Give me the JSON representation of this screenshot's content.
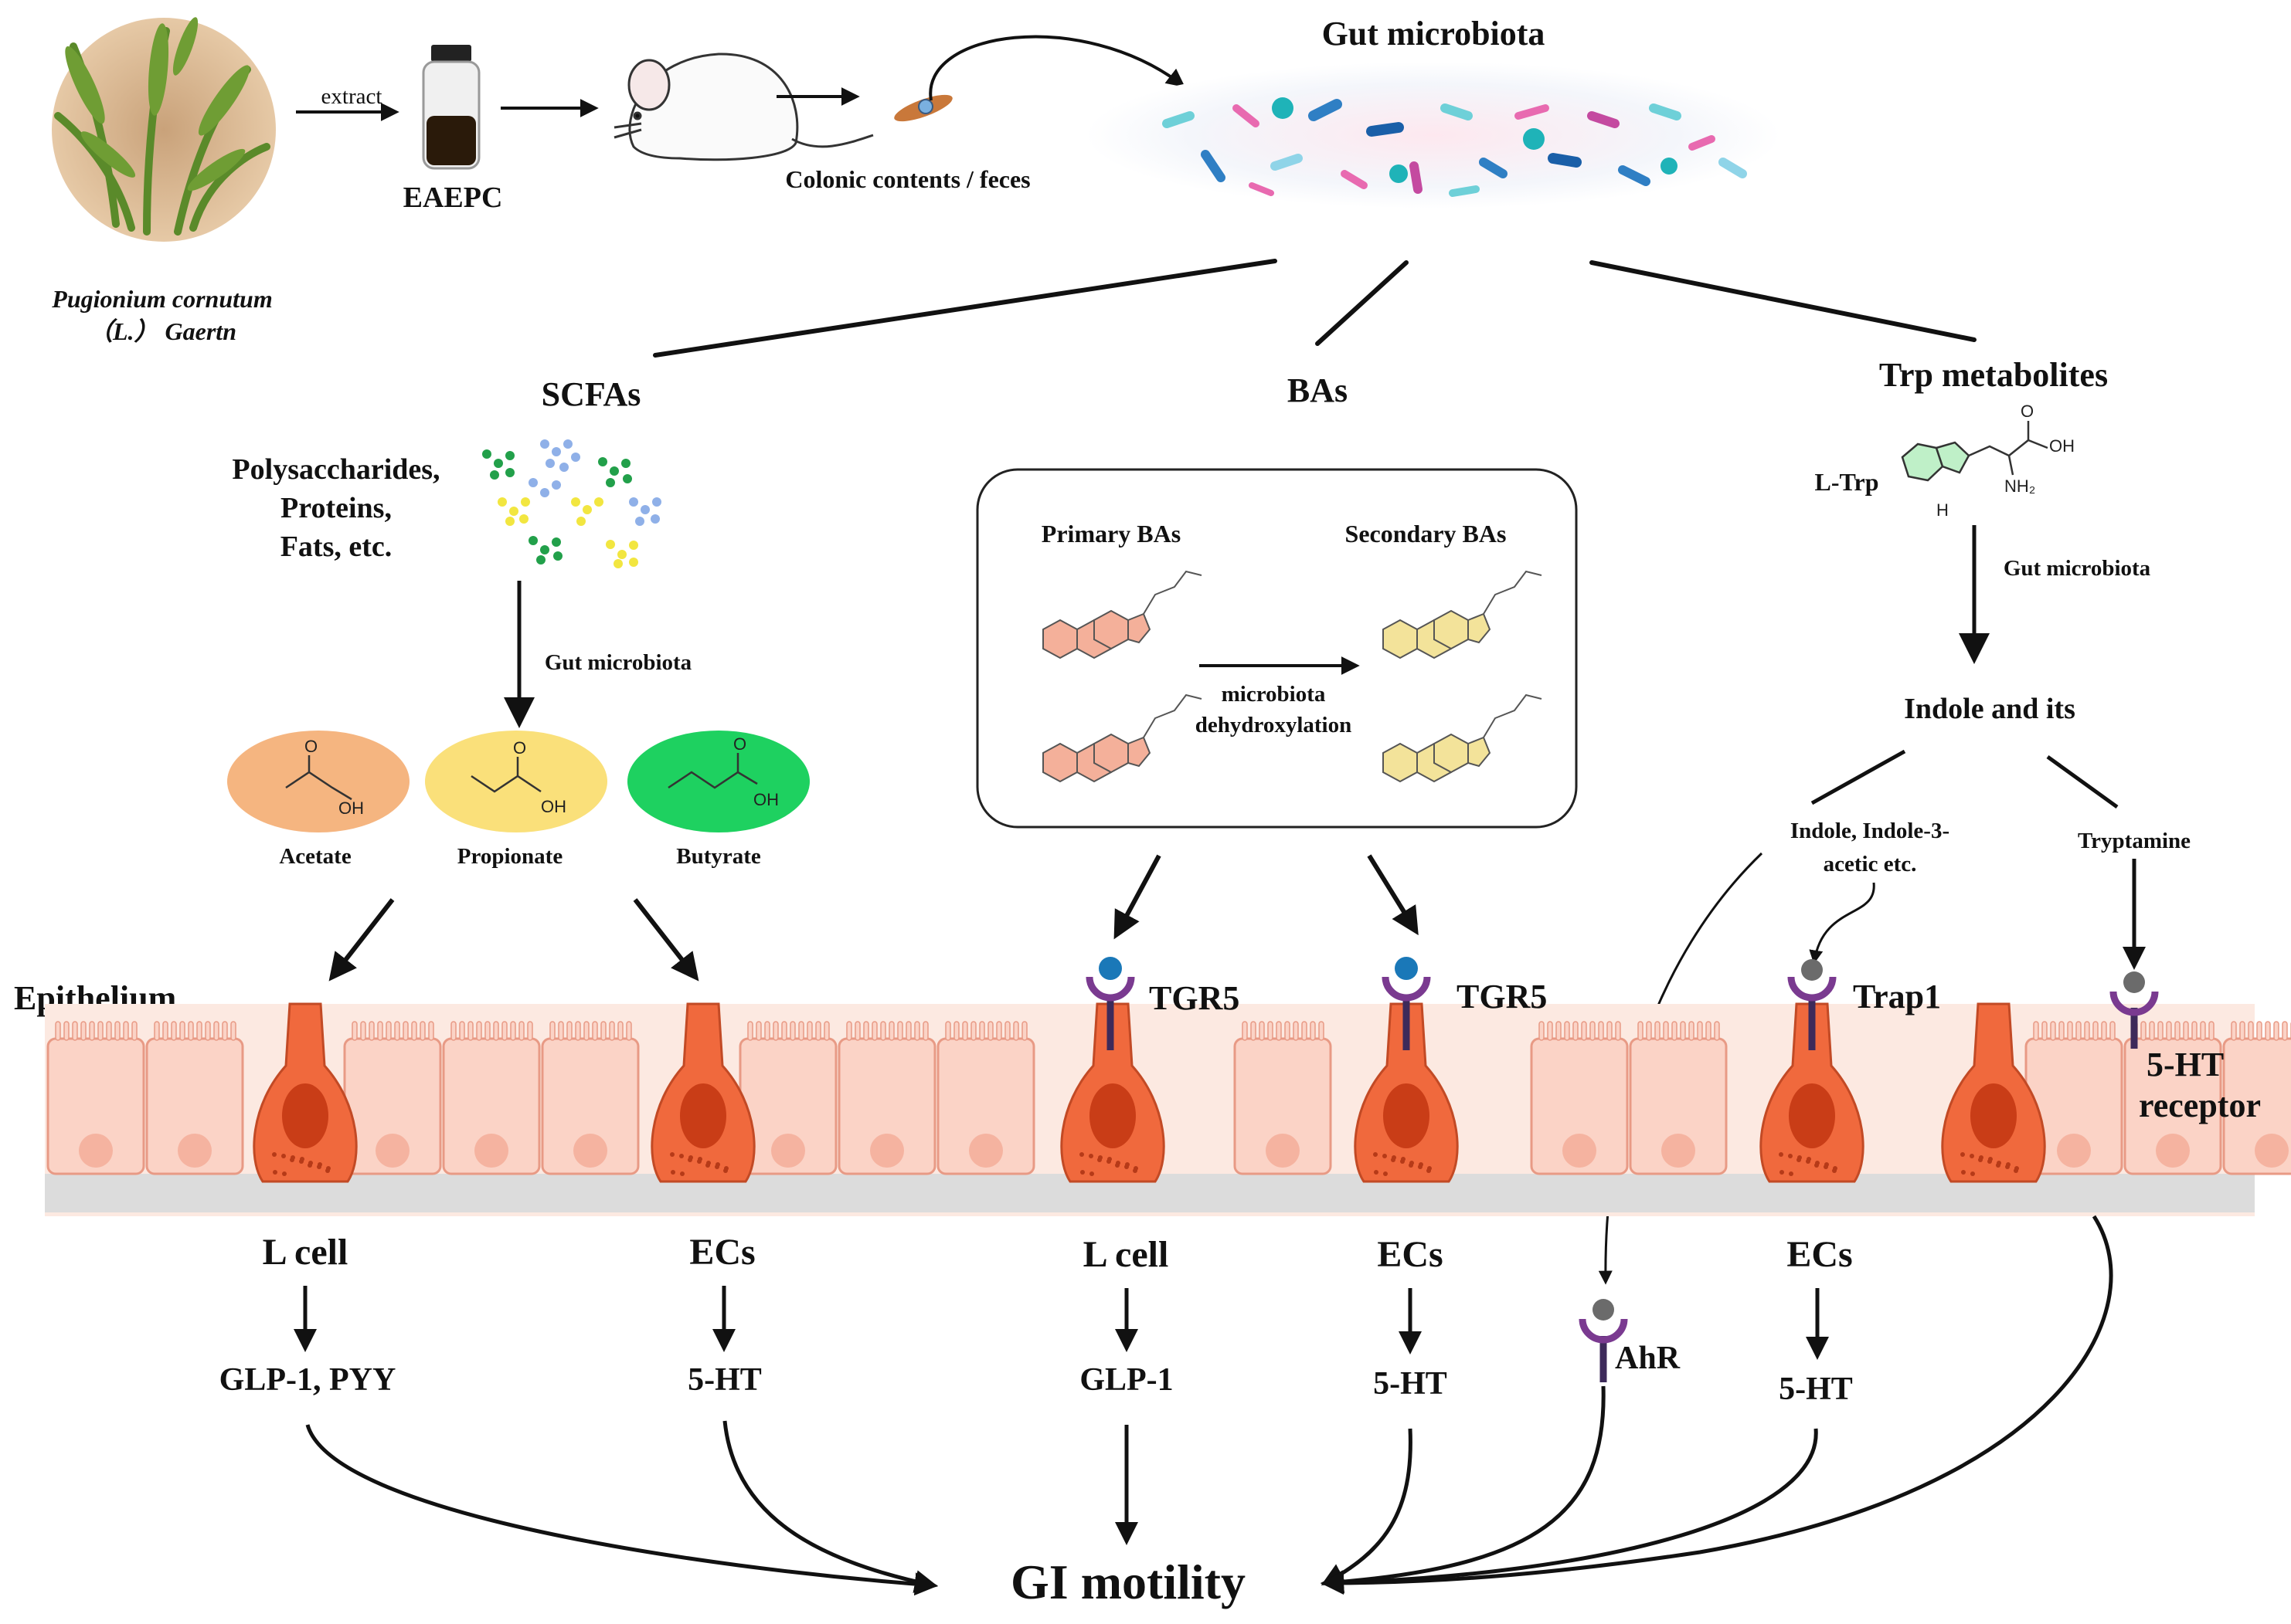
{
  "source": {
    "plant_name": "Pugionium cornutum",
    "plant_author": "（L.） Gaertn",
    "extract_label": "extract",
    "extract_name": "EAEPC",
    "sample_label": "Colonic contents / feces",
    "microbiota_title": "Gut microbiota"
  },
  "scfa": {
    "title": "SCFAs",
    "inputs": [
      "Polysaccharides,",
      "Proteins,",
      "Fats, etc."
    ],
    "step_label": "Gut microbiota",
    "products": [
      {
        "name": "Acetate",
        "color": "#f5b580",
        "oh": "OH",
        "o": "O"
      },
      {
        "name": "Propionate",
        "color": "#fae07a",
        "oh": "OH",
        "o": "O"
      },
      {
        "name": "Butyrate",
        "color": "#1ed160",
        "oh": "OH",
        "o": "O"
      }
    ]
  },
  "bas": {
    "title": "BAs",
    "primary": "Primary BAs",
    "secondary": "Secondary BAs",
    "conversion_line1": "microbiota",
    "conversion_line2": "dehydroxylation"
  },
  "trp": {
    "title": "Trp metabolites",
    "ltrp": "L-Trp",
    "atom_o": "O",
    "atom_oh": "OH",
    "atom_nh2": "NH₂",
    "atom_h": "H",
    "step_label": "Gut microbiota",
    "indole_title": "Indole and its",
    "indole_examples_1": "Indole, Indole-3-",
    "indole_examples_2": "acetic etc.",
    "tryptamine": "Tryptamine"
  },
  "epithelium": {
    "label": "Epithelium",
    "receptors": {
      "tgr5_a": "TGR5",
      "tgr5_b": "TGR5",
      "trap1": "Trap1",
      "ht_receptor_line1": "5-HT",
      "ht_receptor_line2": "receptor"
    }
  },
  "outputs": {
    "col1_cell": "L cell",
    "col1_hormone": "GLP-1, PYY",
    "col2_cell": "ECs",
    "col2_hormone": "5-HT",
    "col3_cell": "L cell",
    "col3_hormone": "GLP-1",
    "col4_cell": "ECs",
    "col4_hormone": "5-HT",
    "ahr": "AhR",
    "col6_cell": "ECs",
    "col6_hormone": "5-HT"
  },
  "target": "GI motility",
  "colors": {
    "epithelium_cell": "#fbd3c6",
    "epithelium_border": "#e89a85",
    "enteroendocrine": "#f0693d",
    "nucleus": "#c93d17",
    "receptor": "#7a3a90",
    "ligand_blue": "#1a78b8",
    "ligand_gray": "#6b6b6b",
    "primary_ba_ring": "#f4b09a",
    "secondary_ba_ring": "#f3e39a"
  }
}
